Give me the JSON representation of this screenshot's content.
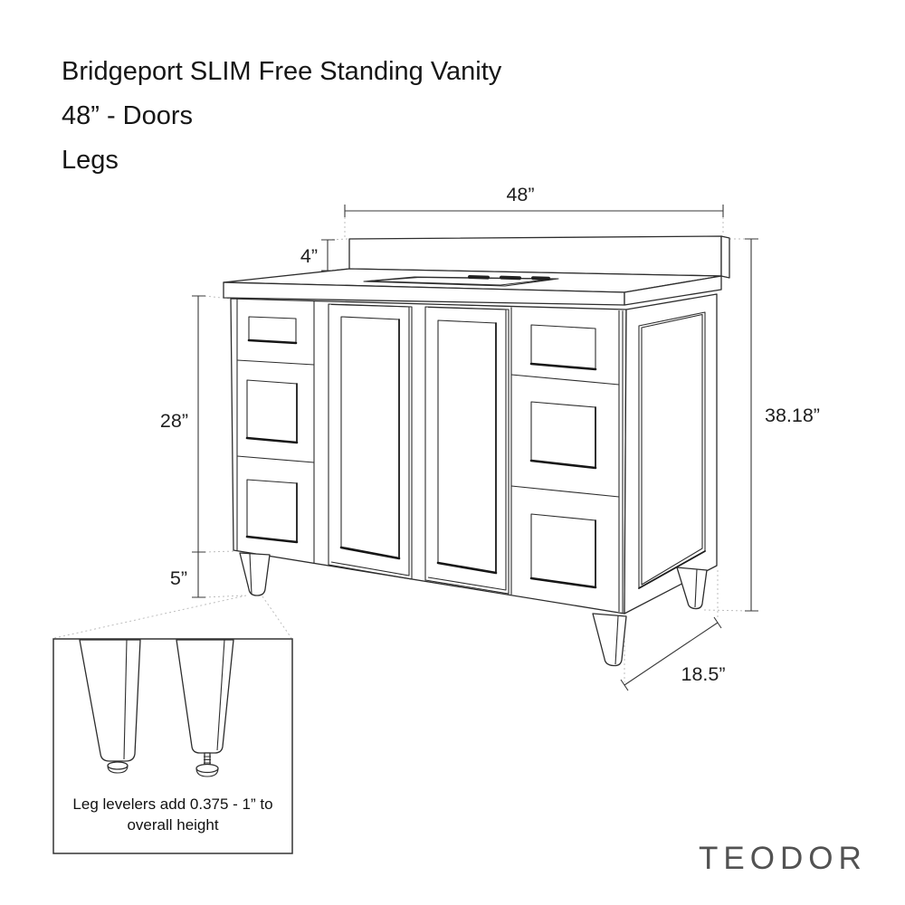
{
  "title": {
    "line1": "Bridgeport SLIM Free Standing Vanity",
    "line2": "48” - Doors",
    "line3": "Legs"
  },
  "dimensions": {
    "width": "48”",
    "backsplash_height": "4”",
    "cabinet_height": "28”",
    "leg_height": "5”",
    "overall_height": "38.18”",
    "depth": "18.5”"
  },
  "inset": {
    "note_line1": "Leg levelers add 0.375 - 1” to",
    "note_line2": "overall height"
  },
  "brand": "TEODOR",
  "colors": {
    "background": "#ffffff",
    "line": "#2d2d2d",
    "dimension_text": "#1f1f1f",
    "dashed_guides": "#bdbdbd",
    "brand_text": "#525252"
  }
}
